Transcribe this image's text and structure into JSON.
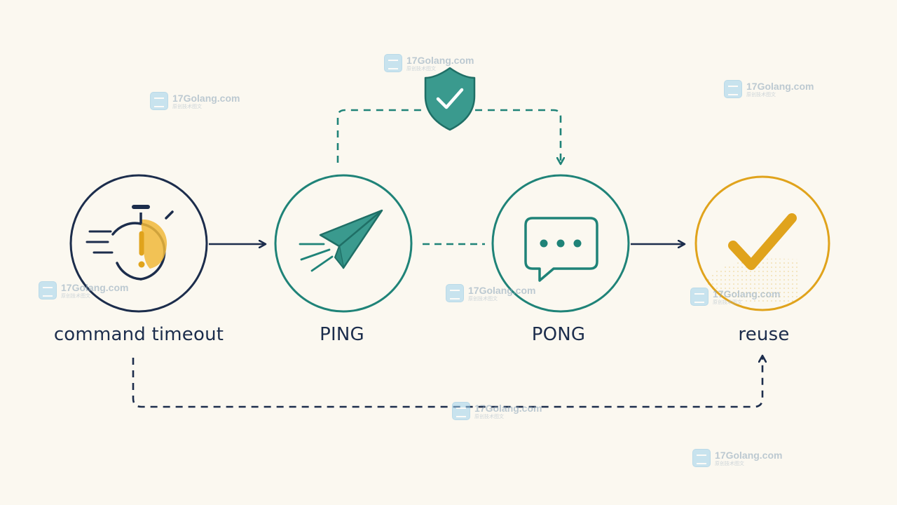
{
  "nodes": [
    {
      "id": "timeout",
      "label": "command timeout",
      "color": "#1c2d4c",
      "icon": "stopwatch-alert-icon"
    },
    {
      "id": "ping",
      "label": "PING",
      "color": "#1f8378",
      "icon": "paper-plane-icon"
    },
    {
      "id": "pong",
      "label": "PONG",
      "color": "#1f8378",
      "icon": "chat-bubble-icon"
    },
    {
      "id": "reuse",
      "label": "reuse",
      "color": "#e0a31c",
      "icon": "checkmark-icon"
    }
  ],
  "health_check": {
    "icon": "shield-check-icon",
    "color": "#1f8378"
  },
  "colors": {
    "navy": "#1c2d4c",
    "teal": "#1f8378",
    "teal_fill": "#3a9a8e",
    "amber": "#e0a31c",
    "amber_light": "#f0b93a",
    "background": "#fbf8f0"
  },
  "watermark": {
    "domain": "17Golang.com",
    "subtitle": "原创技术图文",
    "icon": "watermark-logo-icon"
  }
}
